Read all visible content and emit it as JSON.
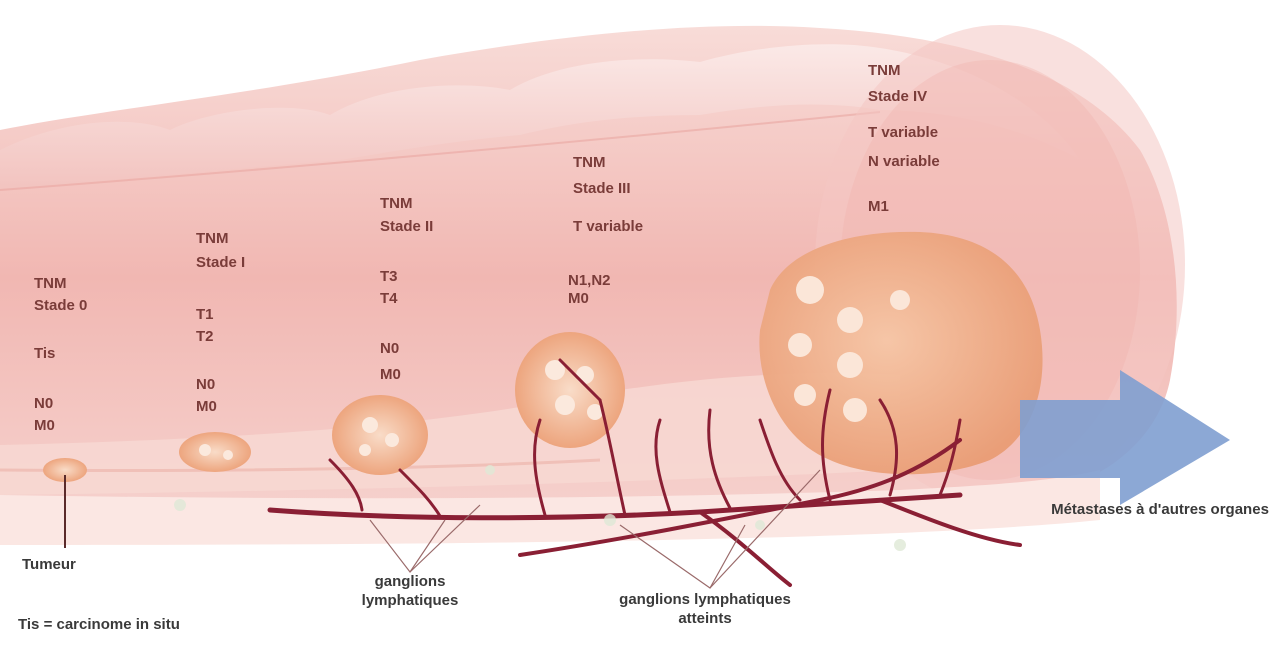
{
  "stages": [
    {
      "system": "TNM",
      "stage": "Stade 0",
      "t": "Tis",
      "n": "N0",
      "m": "M0"
    },
    {
      "system": "TNM",
      "stage": "Stade I",
      "t1": "T1",
      "t2": "T2",
      "n": "N0",
      "m": "M0"
    },
    {
      "system": "TNM",
      "stage": "Stade II",
      "t1": "T3",
      "t2": "T4",
      "n": "N0",
      "m": "M0"
    },
    {
      "system": "TNM",
      "stage": "Stade III",
      "t": "T variable",
      "n": "N1,N2",
      "m": "M0"
    },
    {
      "system": "TNM",
      "stage": "Stade IV",
      "t": "T variable",
      "n": "N variable",
      "m": "M1"
    }
  ],
  "labels": {
    "tumor": "Tumeur",
    "lymph_nodes": "ganglions lymphatiques",
    "affected_lymph_nodes": "ganglions lymphatiques atteints",
    "metastases": "Métastases à d'autres organes",
    "tis_definition": "Tis = carcinome in situ"
  },
  "colors": {
    "tissue_pink": "#f1b7b2",
    "tumor_orange": "#eda57e",
    "vessel_red": "#8a1f34",
    "arrow_blue": "#7f9fd0",
    "label_text": "#7a3c39"
  }
}
